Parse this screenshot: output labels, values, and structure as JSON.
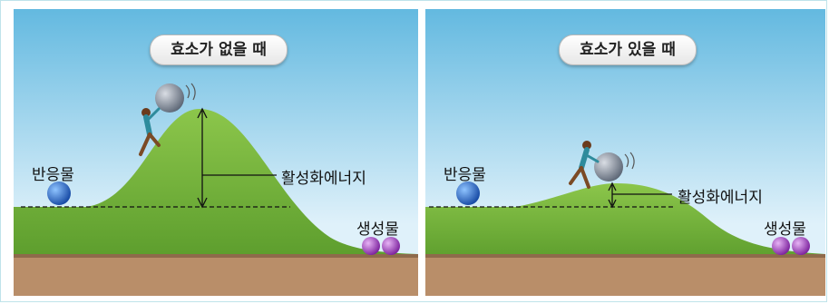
{
  "panels": {
    "left": {
      "title": "효소가 없을 때",
      "reactant_label": "반응물",
      "energy_label": "활성화에너지",
      "product_label": "생성물"
    },
    "right": {
      "title": "효소가 있을 때",
      "reactant_label": "반응물",
      "energy_label": "활성화에너지",
      "product_label": "생성물"
    }
  },
  "colors": {
    "sky_top": "#63b9e0",
    "sky_bottom": "#e6f4fb",
    "hill": "#73b33a",
    "soil": "#b98e69",
    "reactant_ball": "#1f63c6",
    "product_ball": "#9a3fbf"
  }
}
